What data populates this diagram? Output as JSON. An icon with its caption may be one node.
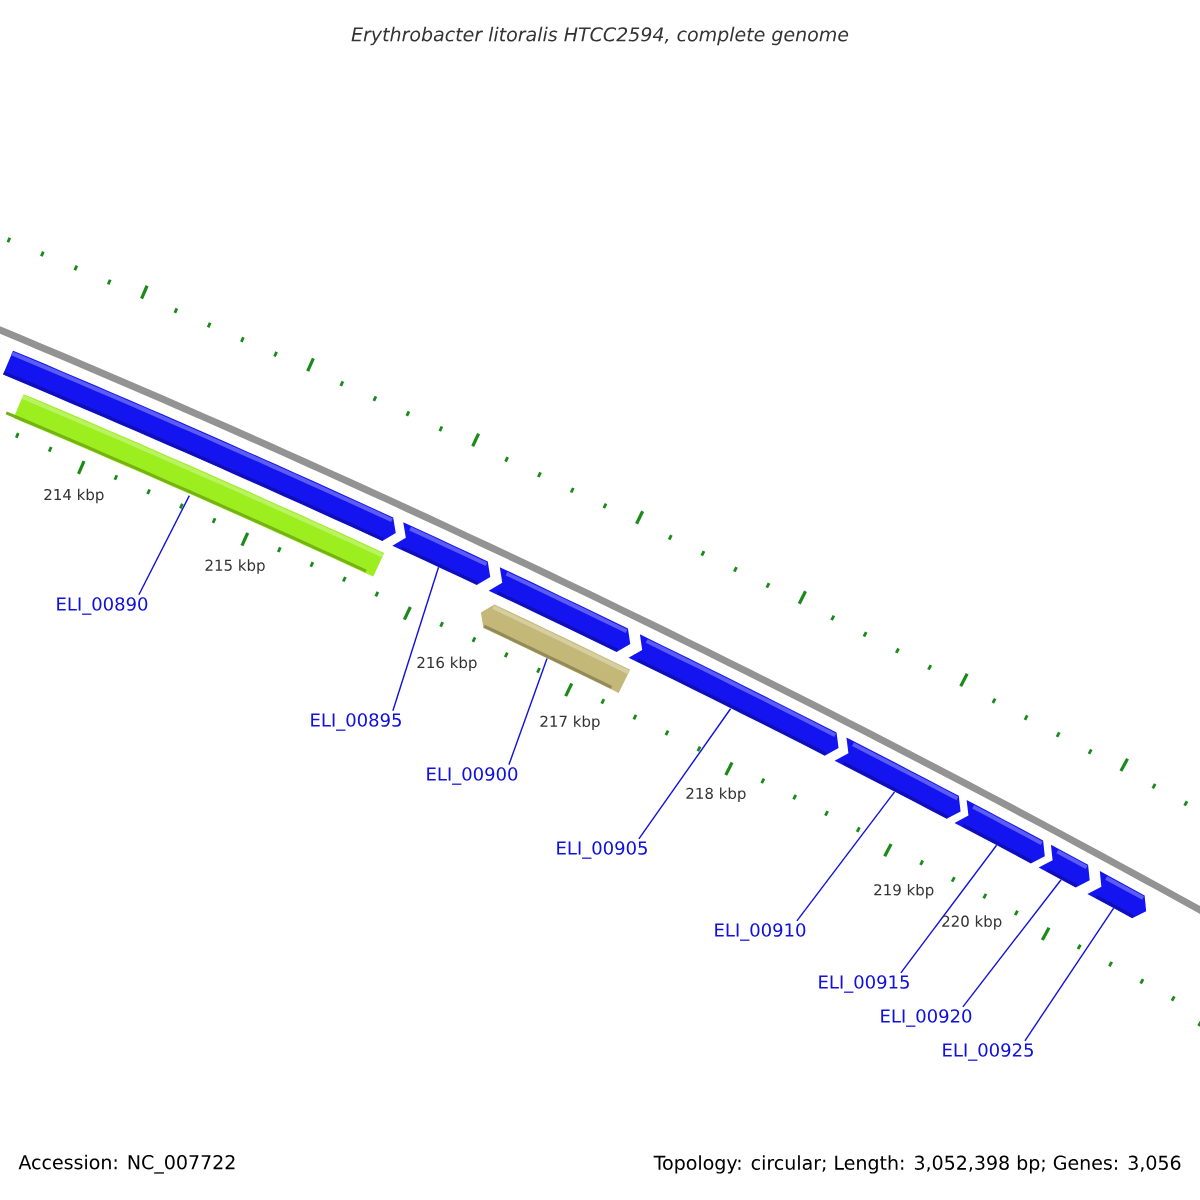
{
  "diagram": {
    "title": "Erythrobacter litoralis HTCC2594, complete genome",
    "nodes": [
      {
        "text": [],
        "shape": "bar"
      },
      {
        "text": [],
        "shape": "bar"
      },
      {
        "text": [],
        "shape": "bar"
      },
      {
        "text": [],
        "shape": "bar"
      },
      {
        "text": [],
        "shape": "bar"
      },
      {
        "text": [],
        "shape": "bar"
      },
      {
        "text": [],
        "shape": "bar"
      },
      {
        "text": [],
        "shape": "bar"
      },
      {
        "text": [],
        "shape": "bar"
      },
      {
        "text": [],
        "shape": "bar"
      },
      {
        "text": [
          "ELI_00890"
        ]
      },
      {
        "text": [
          "ELI_00895"
        ]
      },
      {
        "text": [
          "ELI_00900"
        ]
      },
      {
        "text": [
          "ELI_00905"
        ]
      },
      {
        "text": [
          "ELI_00910"
        ]
      },
      {
        "text": [
          "ELI_00915"
        ]
      },
      {
        "text": [
          "ELI_00920"
        ]
      },
      {
        "text": [
          "ELI_00925"
        ]
      }
    ],
    "edges": [
      {
        "from": 10,
        "to": 1,
        "arrow": "none"
      },
      {
        "from": 11,
        "to": 2,
        "arrow": "none"
      },
      {
        "from": 12,
        "to": 3,
        "arrow": "none"
      },
      {
        "from": 13,
        "to": 5,
        "arrow": "none"
      },
      {
        "from": 14,
        "to": 6,
        "arrow": "none"
      },
      {
        "from": 15,
        "to": 7,
        "arrow": "none"
      },
      {
        "from": 16,
        "to": 8,
        "arrow": "none"
      },
      {
        "from": 17,
        "to": 9,
        "arrow": "none"
      }
    ],
    "labels": [
      "214 kbp",
      "215 kbp",
      "216 kbp",
      "217 kbp",
      "218 kbp",
      "219 kbp",
      "220 kbp",
      "Accession: NC_007722",
      "Topology: circular; Length: 3,052,398 bp; Genes: 3,056"
    ]
  }
}
